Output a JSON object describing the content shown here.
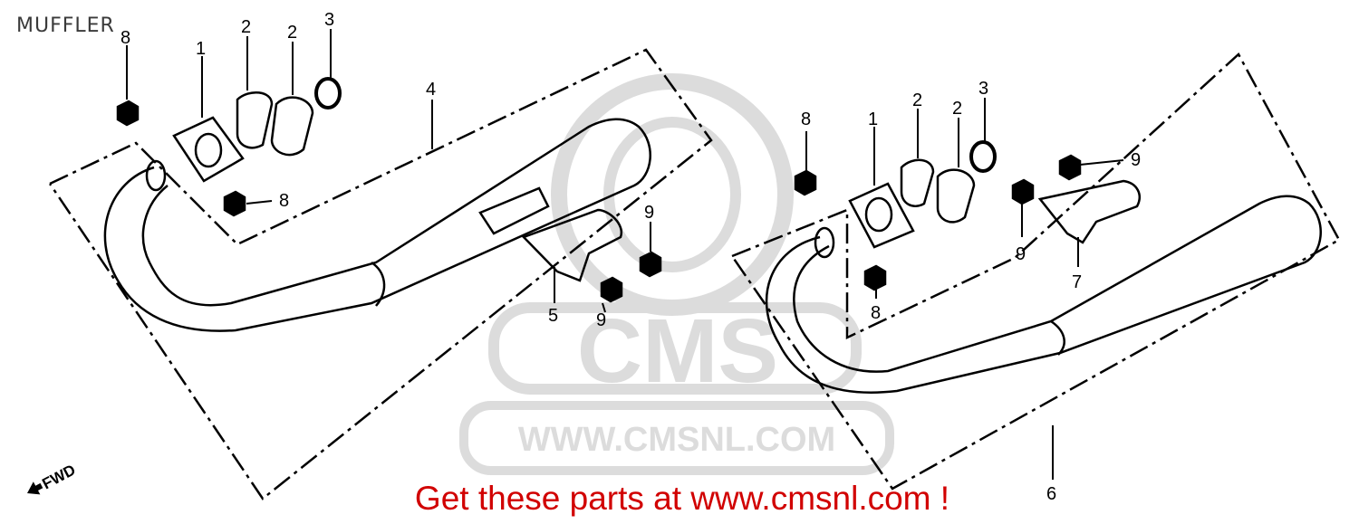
{
  "title": "MUFFLER",
  "promo_text": "Get these parts at www.cmsnl.com !",
  "watermark": {
    "text": "WWW.CMSNL.COM",
    "logo": "CMS",
    "color": "#d9d9d9"
  },
  "fwd_label": "FWD",
  "callouts": {
    "left_8a": "8",
    "left_1": "1",
    "left_2a": "2",
    "left_2b": "2",
    "left_3": "3",
    "left_4": "4",
    "left_8b": "8",
    "left_9a": "9",
    "left_5": "5",
    "left_9b": "9",
    "right_8a": "8",
    "right_1": "1",
    "right_2a": "2",
    "right_2b": "2",
    "right_3": "3",
    "right_9a": "9",
    "right_9b": "9",
    "right_7": "7",
    "right_8b": "8",
    "right_6": "6"
  },
  "colors": {
    "line": "#000000",
    "promo": "#d10000"
  }
}
